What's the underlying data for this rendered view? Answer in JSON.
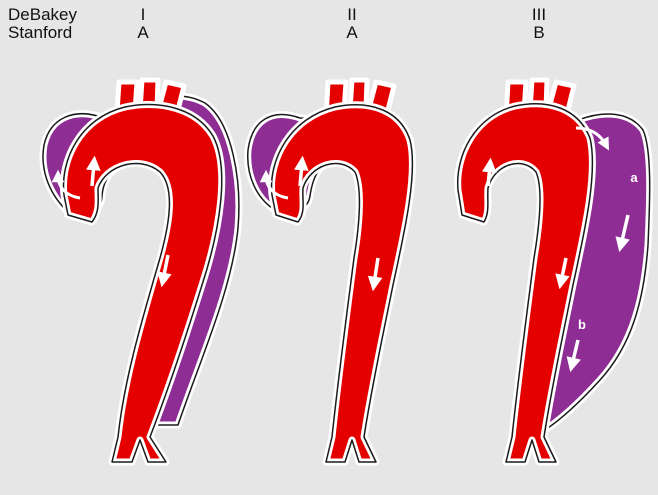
{
  "header": {
    "row1_label": "DeBakey",
    "row2_label": "Stanford",
    "types": [
      {
        "debakey": "I",
        "stanford": "A"
      },
      {
        "debakey": "II",
        "stanford": "A"
      },
      {
        "debakey": "III",
        "stanford": "B"
      }
    ]
  },
  "annotations": {
    "a": "a",
    "b": "b"
  },
  "colors": {
    "background": "#e6e6e6",
    "true_lumen": "#e50000",
    "false_lumen": "#8e2d94",
    "wall": "#ffffff",
    "outline": "#1a1a1a",
    "arrow": "#ffffff"
  }
}
